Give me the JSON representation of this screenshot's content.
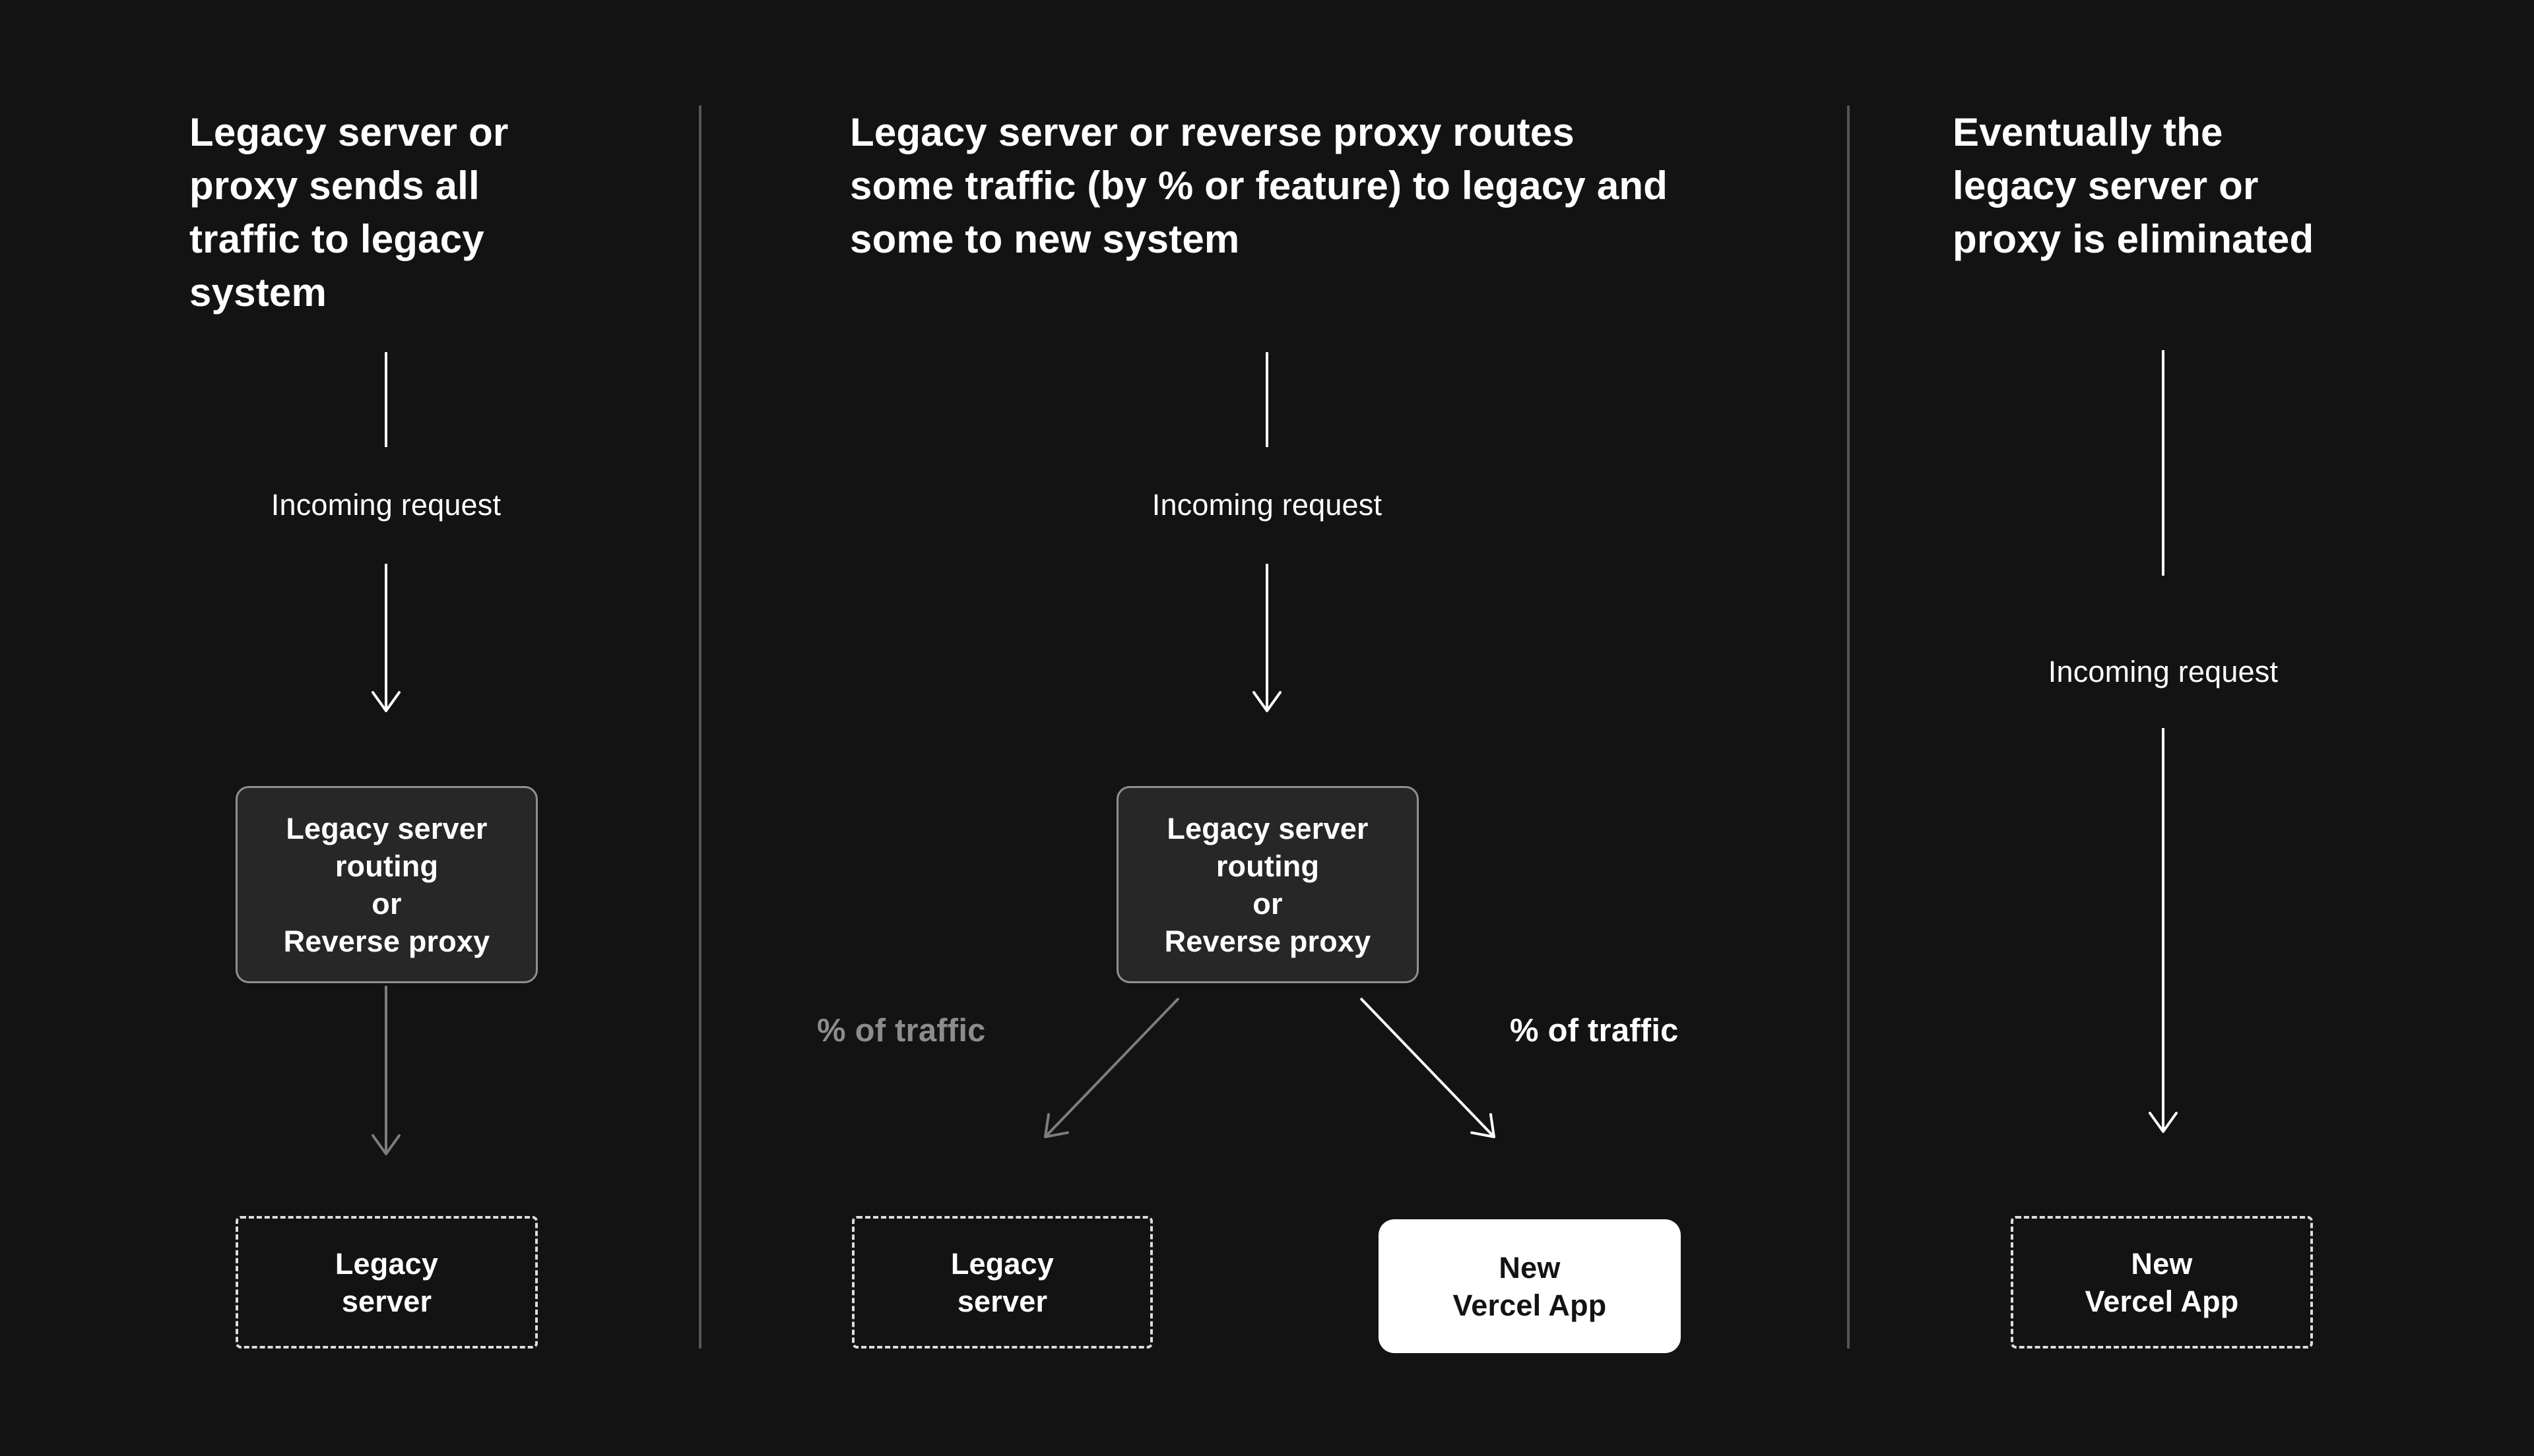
{
  "background": "#131313",
  "colors": {
    "text": "#ffffff",
    "muted_text": "#8c8c8c",
    "divider": "#555555",
    "routing_box_bg": "#272727",
    "routing_box_border": "#909090",
    "dashed_border": "#dcdcdc",
    "vercel_box_bg": "#ffffff",
    "vercel_box_text": "#131313",
    "gray_arrow": "#7d7d7d",
    "white_arrow": "#ffffff"
  },
  "columns": [
    {
      "heading_lines": [
        "Legacy server or",
        "proxy sends all",
        "traffic to legacy",
        "system"
      ],
      "incoming_label": "Incoming request",
      "routing_box_lines": [
        "Legacy server",
        "routing",
        "or",
        "Reverse proxy"
      ],
      "legacy_box_lines": [
        "Legacy",
        "server"
      ]
    },
    {
      "heading_lines": [
        "Legacy server or reverse proxy routes",
        "some traffic (by % or feature) to legacy and",
        "some to new system"
      ],
      "incoming_label": "Incoming request",
      "routing_box_lines": [
        "Legacy server",
        "routing",
        "or",
        "Reverse proxy"
      ],
      "traffic_label_left": "% of traffic",
      "traffic_label_right": "% of traffic",
      "legacy_box_lines": [
        "Legacy",
        "server"
      ],
      "vercel_box_lines": [
        "New",
        "Vercel App"
      ]
    },
    {
      "heading_lines": [
        "Eventually the",
        "legacy server or",
        "proxy is eliminated"
      ],
      "incoming_label": "Incoming request",
      "vercel_box_lines": [
        "New",
        "Vercel App"
      ]
    }
  ]
}
